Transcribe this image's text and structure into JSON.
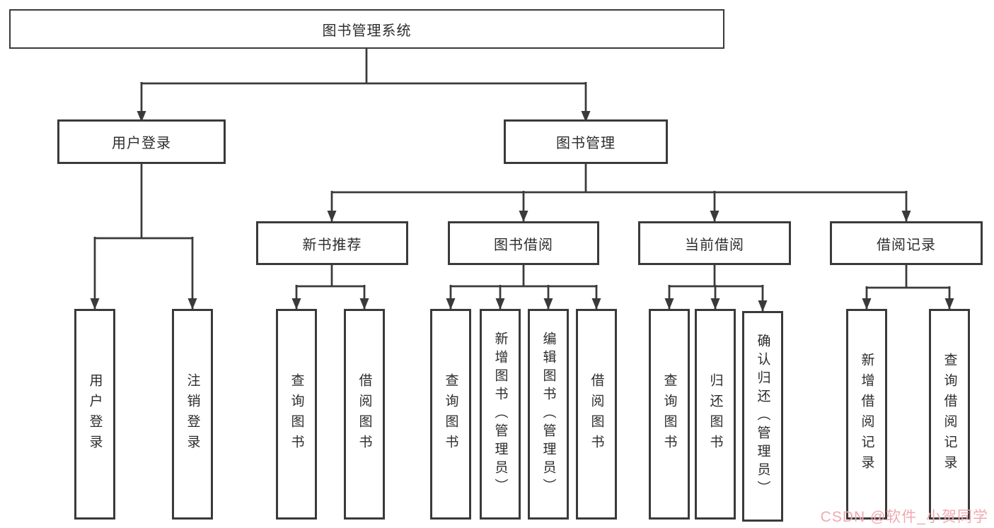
{
  "diagram_title": "图书管理系统",
  "tree": {
    "root": {
      "label": "图书管理系统",
      "children": [
        {
          "label": "用户登录",
          "children": [
            {
              "label": "用户登录"
            },
            {
              "label": "注销登录"
            }
          ]
        },
        {
          "label": "图书管理",
          "children": [
            {
              "label": "新书推荐",
              "children": [
                {
                  "label": "查询图书"
                },
                {
                  "label": "借阅图书"
                }
              ]
            },
            {
              "label": "图书借阅",
              "children": [
                {
                  "label": "查询图书"
                },
                {
                  "label": "新增图书（管理员）"
                },
                {
                  "label": "编辑图书（管理员）"
                },
                {
                  "label": "借阅图书"
                }
              ]
            },
            {
              "label": "当前借阅",
              "children": [
                {
                  "label": "查询图书"
                },
                {
                  "label": "归还图书"
                },
                {
                  "label": "确认归还（管理员）"
                }
              ]
            },
            {
              "label": "借阅记录",
              "children": [
                {
                  "label": "新增借阅记录"
                },
                {
                  "label": "查询借阅记录"
                }
              ]
            }
          ]
        }
      ]
    }
  },
  "watermark": {
    "text": "CSDN @软件_小贺同学"
  },
  "colors": {
    "line": "#3a3a3a",
    "box_border": "#3a3a3a",
    "text": "#2d2d2d",
    "background": "#ffffff",
    "watermark": "#f0a9b0"
  }
}
